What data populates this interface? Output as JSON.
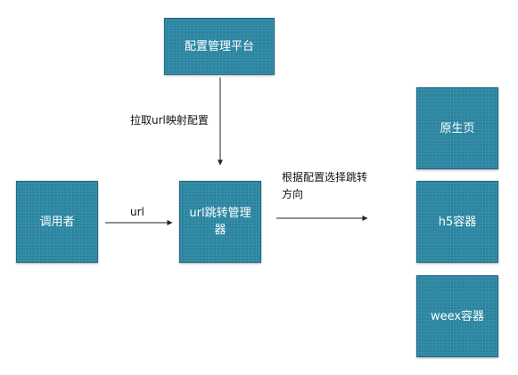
{
  "nodes": {
    "config_platform": "配置管理平台",
    "caller": "调用者",
    "url_router": "url跳转管理器",
    "native_page": "原生页",
    "h5_container": "h5容器",
    "weex_container": "weex容器"
  },
  "edges": {
    "pull_config": "拉取url映射配置",
    "url": "url",
    "choose_direction": "根据配置选择跳转方向"
  },
  "colors": {
    "node_fill": "#2a87a3",
    "node_text": "#ffffff",
    "edge": "#222222"
  }
}
